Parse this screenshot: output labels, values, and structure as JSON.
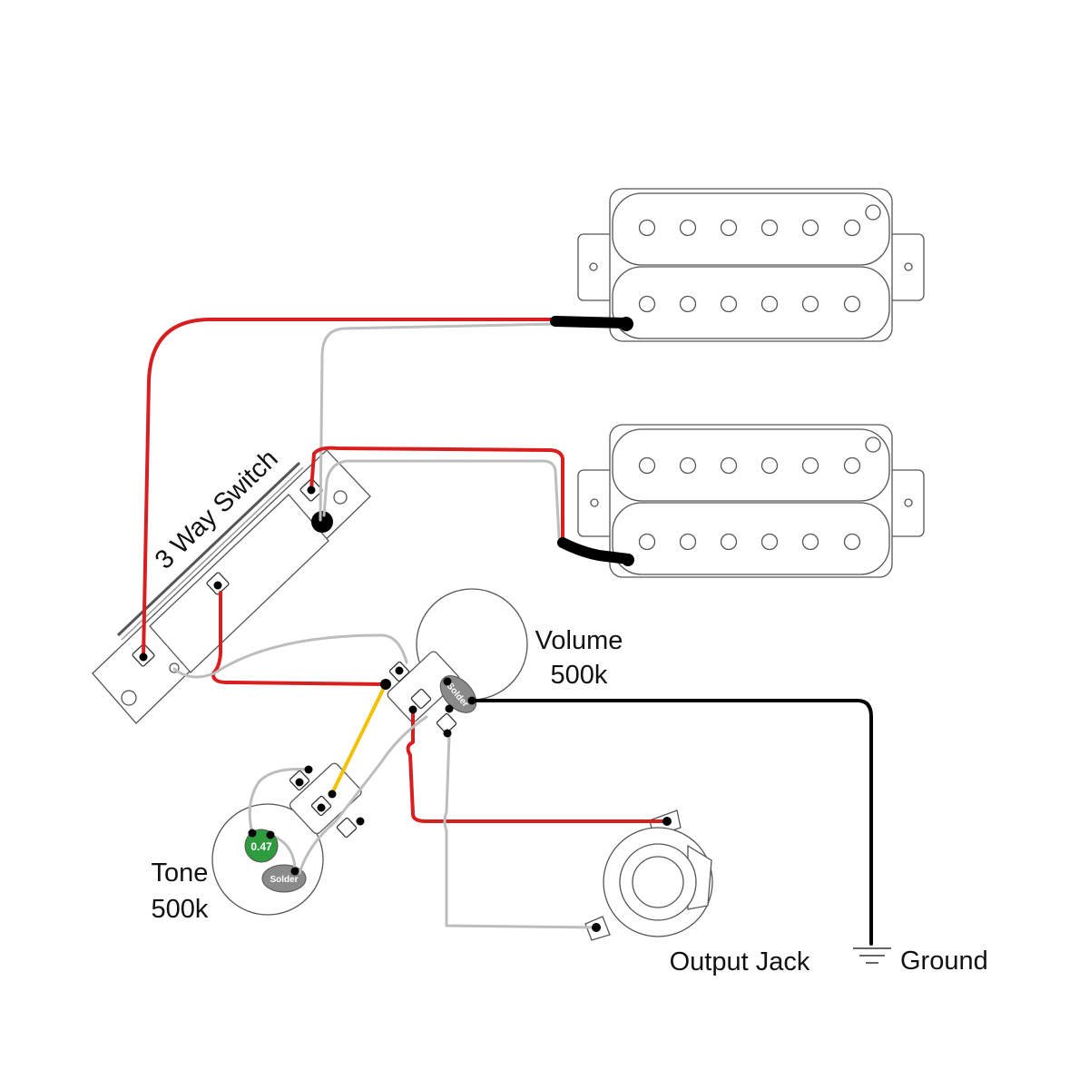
{
  "labels": {
    "switch": "3 Way Switch",
    "volume_line1": "Volume",
    "volume_line2": "500k",
    "tone_line1": "Tone",
    "tone_line2": "500k",
    "output_jack": "Output Jack",
    "ground": "Ground",
    "capacitor": "0.47",
    "solder_volume": "Solder",
    "solder_tone": "Solder"
  },
  "colors": {
    "hot_wire": "#d81e1e",
    "shield_wire": "#bdbdbd",
    "ground_wire": "#000000",
    "tone_wire": "#f2c200",
    "capacitor": "#2e9b3e",
    "solder_blob": "#8a8a8a",
    "outline": "#555555"
  }
}
